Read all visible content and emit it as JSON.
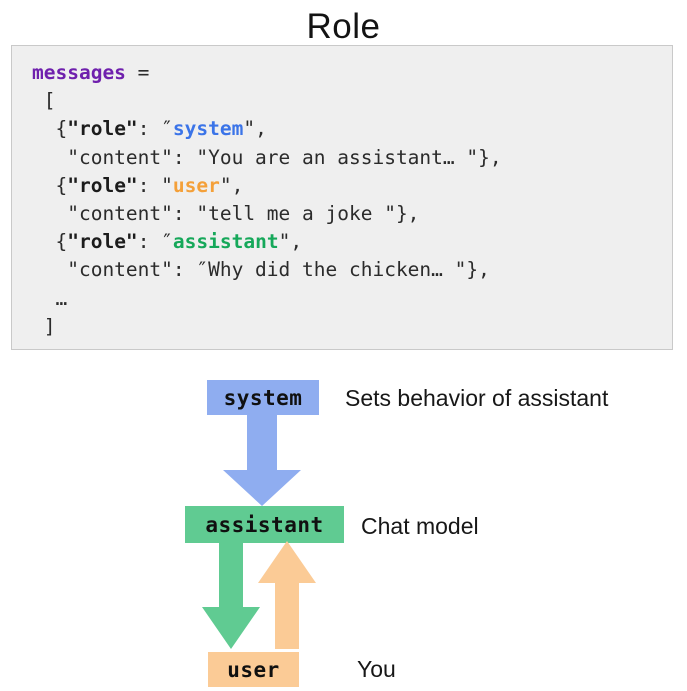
{
  "page": {
    "title": "Role",
    "background": "#ffffff"
  },
  "code_block": {
    "background": "#efefef",
    "border_color": "#c9c9c9",
    "lines": [
      [
        {
          "text": "messages",
          "style": "var"
        },
        {
          "text": " = ",
          "style": "plain"
        }
      ],
      [
        {
          "text": " [",
          "style": "plain"
        }
      ],
      [
        {
          "text": "  {",
          "style": "plain"
        },
        {
          "text": "\"role\"",
          "style": "key"
        },
        {
          "text": ": ",
          "style": "plain"
        },
        {
          "text": "″",
          "style": "plain"
        },
        {
          "text": "system",
          "style": "system"
        },
        {
          "text": "\",",
          "style": "plain"
        }
      ],
      [
        {
          "text": "   \"content\": \"You are an assistant… \"},",
          "style": "plain"
        }
      ],
      [
        {
          "text": "  {",
          "style": "plain"
        },
        {
          "text": "\"role\"",
          "style": "key"
        },
        {
          "text": ": \"",
          "style": "plain"
        },
        {
          "text": "user",
          "style": "user"
        },
        {
          "text": "\",",
          "style": "plain"
        }
      ],
      [
        {
          "text": "   \"content\": \"tell me a joke \"},",
          "style": "plain"
        }
      ],
      [
        {
          "text": "  {",
          "style": "plain"
        },
        {
          "text": "\"role\"",
          "style": "key"
        },
        {
          "text": ": ",
          "style": "plain"
        },
        {
          "text": "″",
          "style": "plain"
        },
        {
          "text": "assistant",
          "style": "assistant"
        },
        {
          "text": "\",",
          "style": "plain"
        }
      ],
      [
        {
          "text": "   \"content\": ″Why did the chicken… \"},",
          "style": "plain"
        }
      ],
      [
        {
          "text": "  …",
          "style": "plain"
        }
      ],
      [
        {
          "text": " ]",
          "style": "plain"
        }
      ]
    ],
    "token_colors": {
      "var": "#6f20ad",
      "plain": "#2b2b2b",
      "key": "#1c1c1c",
      "system": "#3b74e8",
      "user": "#f4a039",
      "assistant": "#16a85a"
    }
  },
  "diagram": {
    "nodes": {
      "system": {
        "chip_label": "system",
        "description": "Sets behavior of assistant",
        "color": "#8fadf0"
      },
      "assistant": {
        "chip_label": "assistant",
        "description": "Chat model",
        "color": "#60cb92"
      },
      "user": {
        "chip_label": "user",
        "description": "You",
        "color": "#fbcb96"
      }
    },
    "arrows": [
      {
        "name": "system-to-assistant",
        "direction": "down",
        "color": "#8fadf0"
      },
      {
        "name": "assistant-to-user",
        "direction": "down",
        "color": "#60cb92"
      },
      {
        "name": "user-to-assistant",
        "direction": "up",
        "color": "#fbcb96"
      }
    ]
  }
}
